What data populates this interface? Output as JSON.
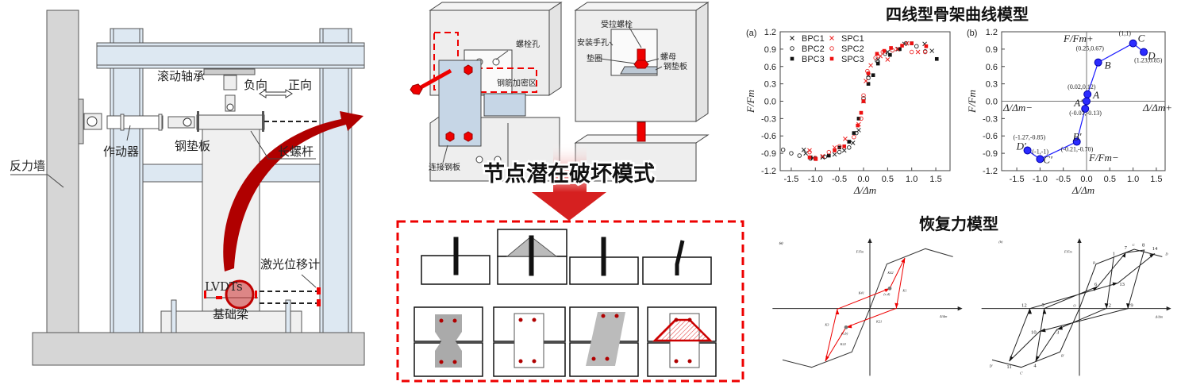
{
  "test_setup": {
    "labels": {
      "reaction_wall": "反力墙",
      "rolling_bearing": "滚动轴承",
      "negative_dir": "负向",
      "positive_dir": "正向",
      "actuator": "作动器",
      "steel_pad": "钢垫板",
      "long_screw": "长螺杆",
      "laser_sensor": "激光位移计",
      "lvdt": "LVDTs",
      "foundation_beam": "基础梁"
    }
  },
  "joint_detail": {
    "labels": {
      "bolt_hole": "螺栓孔",
      "rebar_dense_zone": "钢筋加密区",
      "connecting_plate": "连接钢板",
      "tension_bolt": "受拉螺栓",
      "hand_hole": "安装手孔",
      "washer": "垫圈",
      "nut": "螺母",
      "steel_pad": "钢垫板"
    },
    "title": "节点潜在破坏模式"
  },
  "skeleton_title": "四线型骨架曲线模型",
  "restoring_title": "恢复力模型",
  "colors": {
    "red": "#e00000",
    "blue": "#1a1aff",
    "dark_red": "#b00000",
    "light_blue": "#dde8f2"
  },
  "chart_data": [
    {
      "type": "scatter",
      "panel": "(a)",
      "xlabel": "Δ/Δm",
      "ylabel": "F/Fm",
      "xlim": [
        -1.8,
        1.8
      ],
      "ylim": [
        -1.2,
        1.2
      ],
      "xticks": [
        "-1.5",
        "-1.0",
        "-0.5",
        "0.0",
        "0.5",
        "1.0",
        "1.5"
      ],
      "yticks": [
        "-1.2",
        "-0.9",
        "-0.6",
        "-0.3",
        "0.0",
        "0.3",
        "0.6",
        "0.9",
        "1.2"
      ],
      "legend": "top-left",
      "series": [
        {
          "name": "BPC1",
          "marker": "x",
          "color": "#222222",
          "points": [
            [
              -1.24,
              -0.84
            ],
            [
              -1.2,
              -0.9
            ],
            [
              -1.05,
              -0.98
            ],
            [
              -0.85,
              -0.97
            ],
            [
              -0.6,
              -0.92
            ],
            [
              -0.4,
              -0.85
            ],
            [
              -0.22,
              -0.72
            ],
            [
              -0.1,
              -0.5
            ],
            [
              0,
              0
            ],
            [
              0.1,
              0.45
            ],
            [
              0.3,
              0.72
            ],
            [
              0.5,
              0.85
            ],
            [
              0.72,
              0.9
            ],
            [
              0.85,
              0.99
            ],
            [
              1.27,
              0.99
            ],
            [
              1.42,
              0.87
            ]
          ]
        },
        {
          "name": "BPC2",
          "marker": "o",
          "color": "#222222",
          "points": [
            [
              -1.67,
              -0.84
            ],
            [
              -1.5,
              -0.9
            ],
            [
              -1.33,
              -0.94
            ],
            [
              -1.1,
              -0.99
            ],
            [
              -0.8,
              -0.96
            ],
            [
              -0.5,
              -0.88
            ],
            [
              -0.3,
              -0.8
            ],
            [
              -0.15,
              -0.55
            ],
            [
              0,
              0.05
            ],
            [
              0.1,
              0.4
            ],
            [
              0.28,
              0.7
            ],
            [
              0.45,
              0.82
            ],
            [
              0.6,
              0.88
            ],
            [
              0.88,
              1.0
            ],
            [
              1.1,
              0.95
            ],
            [
              1.28,
              0.86
            ]
          ]
        },
        {
          "name": "BPC3",
          "marker": "s",
          "color": "#111111",
          "points": [
            [
              -1.1,
              -0.97
            ],
            [
              -1.0,
              -0.99
            ],
            [
              -0.72,
              -0.94
            ],
            [
              -0.5,
              -0.8
            ],
            [
              -0.3,
              -0.7
            ],
            [
              -0.2,
              -0.55
            ],
            [
              -0.1,
              -0.3
            ],
            [
              0,
              0
            ],
            [
              0.1,
              0.3
            ],
            [
              0.2,
              0.45
            ],
            [
              0.3,
              0.65
            ],
            [
              0.55,
              0.8
            ],
            [
              0.75,
              0.9
            ],
            [
              1.0,
              1.0
            ],
            [
              1.52,
              0.73
            ]
          ]
        },
        {
          "name": "SPC1",
          "marker": "x",
          "color": "#ee2222",
          "points": [
            [
              -1.12,
              -0.85
            ],
            [
              -0.85,
              -0.95
            ],
            [
              -0.6,
              -0.8
            ],
            [
              -0.38,
              -0.65
            ],
            [
              -0.1,
              -0.4
            ],
            [
              0,
              0
            ],
            [
              0.05,
              0.35
            ],
            [
              0.15,
              0.62
            ],
            [
              0.35,
              0.78
            ],
            [
              0.5,
              0.72
            ],
            [
              0.7,
              0.9
            ],
            [
              0.9,
              1.0
            ],
            [
              1.13,
              0.85
            ]
          ]
        },
        {
          "name": "SPC2",
          "marker": "o",
          "color": "#ee3333",
          "points": [
            [
              -1.12,
              -0.88
            ],
            [
              -1.0,
              -0.98
            ],
            [
              -0.72,
              -0.88
            ],
            [
              -0.5,
              -0.78
            ],
            [
              -0.2,
              -0.62
            ],
            [
              -0.05,
              -0.3
            ],
            [
              0,
              0.1
            ],
            [
              0.08,
              0.52
            ],
            [
              0.25,
              0.75
            ],
            [
              0.4,
              0.85
            ],
            [
              0.6,
              0.88
            ],
            [
              1.0,
              0.85
            ],
            [
              1.28,
              0.85
            ]
          ]
        },
        {
          "name": "SPC3",
          "marker": "s",
          "color": "#ee1111",
          "points": [
            [
              -1.12,
              -0.97
            ],
            [
              -0.99,
              -1.0
            ],
            [
              -0.6,
              -0.85
            ],
            [
              -0.4,
              -0.78
            ],
            [
              -0.12,
              -0.42
            ],
            [
              -0.05,
              -0.2
            ],
            [
              0,
              0.0
            ],
            [
              0.1,
              0.48
            ],
            [
              0.28,
              0.82
            ],
            [
              0.43,
              0.87
            ],
            [
              0.57,
              0.92
            ],
            [
              0.8,
              0.96
            ],
            [
              1.0,
              1.0
            ],
            [
              1.3,
              0.95
            ]
          ]
        }
      ]
    },
    {
      "type": "line",
      "panel": "(b)",
      "xlabel": "Δ/Δm",
      "ylabel": "F/Fm",
      "xlim": [
        -1.8,
        1.8
      ],
      "ylim": [
        -1.2,
        1.2
      ],
      "xticks": [
        "-1.5",
        "-1.0",
        "-0.5",
        "0.0",
        "0.5",
        "1.0",
        "1.5"
      ],
      "yticks": [
        "-1.2",
        "-0.9",
        "-0.6",
        "-0.3",
        "0.0",
        "0.3",
        "0.6",
        "0.9",
        "1.2"
      ],
      "axis_annotations": {
        "top": "F/Fm+",
        "bottom": "F/Fm−",
        "left": "Δ/Δm−",
        "right": "Δ/Δm+"
      },
      "points": [
        {
          "name": "D'",
          "x": -1.27,
          "y": -0.85,
          "label": "(-1.27,-0.85)"
        },
        {
          "name": "C'",
          "x": -1,
          "y": -1,
          "label": "(-1,-1)"
        },
        {
          "name": "B'",
          "x": -0.21,
          "y": -0.7,
          "label": "(-0.21,-0.70)"
        },
        {
          "name": "A'",
          "x": -0.03,
          "y": -0.13,
          "label": "(-0.03,-0.13)"
        },
        {
          "name": "",
          "x": 0,
          "y": 0,
          "label": ""
        },
        {
          "name": "A",
          "x": 0.02,
          "y": 0.12,
          "label": "(0.02,0.12)"
        },
        {
          "name": "B",
          "x": 0.25,
          "y": 0.67,
          "label": "(0.25,0.67)"
        },
        {
          "name": "C",
          "x": 1,
          "y": 1,
          "label": "(1,1)"
        },
        {
          "name": "D",
          "x": 1.23,
          "y": 0.85,
          "label": "(1.23,0.85)"
        }
      ]
    }
  ],
  "hysteresis_a": {
    "panel": "(a)",
    "ylabel": "F/Fm",
    "xlabel": "Δ/Δm",
    "stiffness": [
      "K42",
      "K1",
      "K41",
      "K21",
      "K3",
      "K22"
    ],
    "points": [
      "(c,d)",
      "(a,b)"
    ]
  },
  "hysteresis_b": {
    "panel": "(b)",
    "ylabel": "F/Fm",
    "xlabel": "Δ/Δm",
    "skeleton_labels": [
      "B",
      "C",
      "D",
      "B'",
      "C'",
      "D'",
      "O"
    ],
    "path_labels": [
      "1",
      "2",
      "3",
      "4",
      "5",
      "6",
      "7",
      "8",
      "9",
      "10",
      "11",
      "12",
      "13",
      "14"
    ]
  }
}
